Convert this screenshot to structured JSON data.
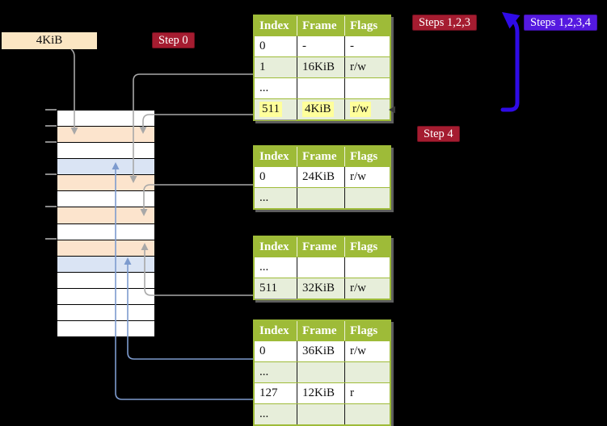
{
  "title_box": {
    "label": "4KiB"
  },
  "badges": {
    "step0": "Step 0",
    "steps123": "Steps 1,2,3",
    "steps1234": "Steps 1,2,3,4",
    "step4": "Step 4"
  },
  "tables": [
    {
      "name": "page-table-level-top",
      "headers": [
        "Index",
        "Frame",
        "Flags"
      ],
      "rows": [
        {
          "cells": [
            "0",
            "-",
            "-"
          ]
        },
        {
          "cells": [
            "1",
            "16KiB",
            "r/w"
          ],
          "marker": "gray"
        },
        {
          "cells": [
            "...",
            "",
            ""
          ]
        },
        {
          "cells": [
            "511",
            "4KiB",
            "r/w"
          ],
          "marker": "gray",
          "highlight": true
        }
      ]
    },
    {
      "name": "page-table-second",
      "headers": [
        "Index",
        "Frame",
        "Flags"
      ],
      "rows": [
        {
          "cells": [
            "0",
            "24KiB",
            "r/w"
          ],
          "marker": "gray"
        },
        {
          "cells": [
            "...",
            "",
            ""
          ]
        }
      ]
    },
    {
      "name": "page-table-third",
      "headers": [
        "Index",
        "Frame",
        "Flags"
      ],
      "rows": [
        {
          "cells": [
            "...",
            "",
            ""
          ]
        },
        {
          "cells": [
            "511",
            "32KiB",
            "r/w"
          ],
          "marker": "gray"
        }
      ]
    },
    {
      "name": "page-table-fourth",
      "headers": [
        "Index",
        "Frame",
        "Flags"
      ],
      "rows": [
        {
          "cells": [
            "0",
            "36KiB",
            "r/w"
          ],
          "marker": "blue"
        },
        {
          "cells": [
            "...",
            "",
            ""
          ]
        },
        {
          "cells": [
            "127",
            "12KiB",
            "r"
          ],
          "marker": "blue"
        },
        {
          "cells": [
            "...",
            "",
            ""
          ]
        }
      ]
    }
  ],
  "memory_strip": {
    "rows": [
      {
        "fill": "white"
      },
      {
        "fill": "peach"
      },
      {
        "fill": "white"
      },
      {
        "fill": "blue"
      },
      {
        "fill": "peach"
      },
      {
        "fill": "white"
      },
      {
        "fill": "peach"
      },
      {
        "fill": "white"
      },
      {
        "fill": "peach"
      },
      {
        "fill": "blue"
      },
      {
        "fill": "white"
      },
      {
        "fill": "white"
      },
      {
        "fill": "white"
      },
      {
        "fill": "white"
      }
    ],
    "ticks_y": [
      135,
      155,
      175,
      215,
      255,
      295
    ]
  },
  "colors": {
    "badge_red": "#A51C30",
    "badge_red_border": "#6E0F1E",
    "badge_violet": "#5519E0",
    "badge_violet_border": "#4010B0",
    "table_header_green": "#9EBB38",
    "table_row_green": "#E7EEDA",
    "table_border_green": "#9EBB38",
    "highlight_yellow": "#FFFF9B",
    "frame_box_beige": "#FBE6C3",
    "peach": "#FCE4CD",
    "page_blue": "#DAE4F4",
    "connector_gray": "#A8A8A8",
    "connector_blue": "#7D9BCE",
    "loop_arrow_blue": "#2F0BE6"
  }
}
